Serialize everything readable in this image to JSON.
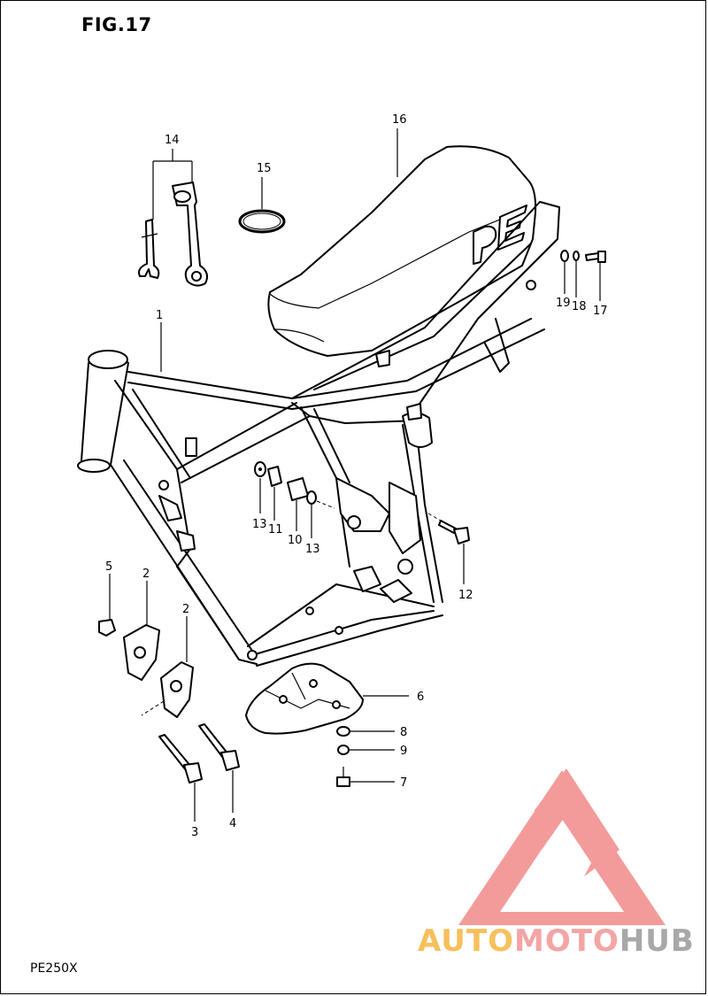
{
  "figure_label": "FIG.17",
  "model_code": "PE250X",
  "watermark": {
    "part1": "AUTO",
    "part2": "MOTO",
    "part3": "HUB",
    "logo_color": "#f28a8a",
    "text_colors": [
      "#f6c05c",
      "#f4a4a4",
      "#a8a8a8"
    ]
  },
  "callouts": {
    "c1": "1",
    "c2a": "2",
    "c2b": "2",
    "c3": "3",
    "c4": "4",
    "c5": "5",
    "c6": "6",
    "c7": "7",
    "c8": "8",
    "c9": "9",
    "c10": "10",
    "c11": "11",
    "c12": "12",
    "c13a": "13",
    "c13b": "13",
    "c14": "14",
    "c15": "15",
    "c16": "16",
    "c17": "17",
    "c18": "18",
    "c19": "19"
  },
  "seat_badge": "PE"
}
